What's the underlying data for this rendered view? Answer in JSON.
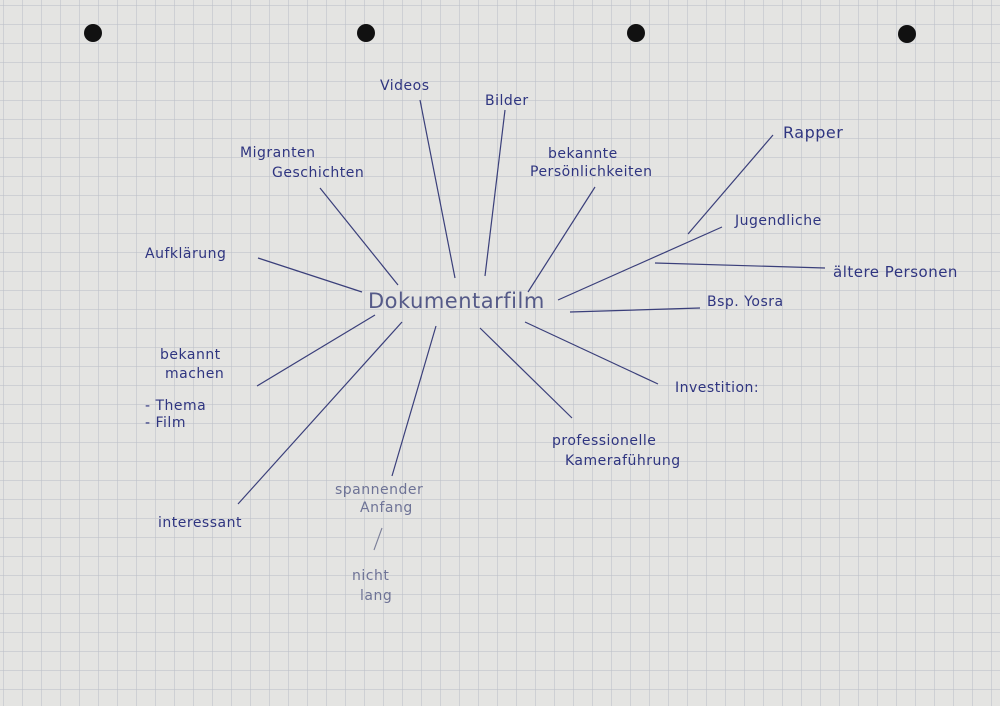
{
  "colors": {
    "paper": "#e4e4e2",
    "grid": "#b9bdc6",
    "ink": "#2f3580",
    "hole": "#111111"
  },
  "mindmap": {
    "center": "Dokumentarfilm",
    "branches": {
      "videos": "Videos",
      "bilder": "Bilder",
      "migranten_1": "Migranten",
      "migranten_2": "Geschichten",
      "persoenlichkeiten_1": "bekannte",
      "persoenlichkeiten_2": "Persönlichkeiten",
      "rapper": "Rapper",
      "jugendliche": "Jugendliche",
      "aeltere": "ältere Personen",
      "aufklaerung": "Aufklärung",
      "beispiel": "Bsp. Yosra",
      "bekannt_1": "bekannt",
      "bekannt_2": "machen",
      "thema": "- Thema",
      "film": "- Film",
      "investition": "Investition:",
      "kamera_1": "professionelle",
      "kamera_2": "Kameraführung",
      "interessant": "interessant",
      "anfang_1": "spannender",
      "anfang_2": "Anfang",
      "lang_1": "nicht",
      "lang_2": "lang"
    }
  }
}
